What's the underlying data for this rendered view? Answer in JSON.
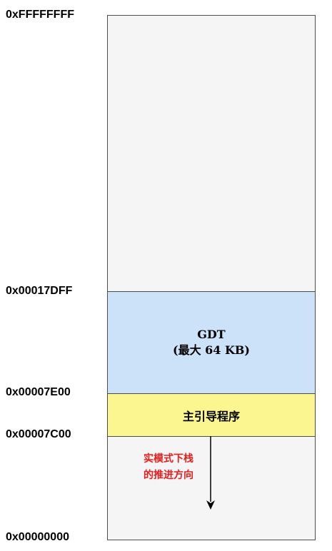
{
  "addresses": {
    "top": "0xFFFFFFFF",
    "gdt_end": "0x00017DFF",
    "gdt_start": "0x00007E00",
    "boot_start": "0x00007C00",
    "bottom": "0x00000000"
  },
  "blocks": {
    "gdt_title": "GDT",
    "gdt_size": "(最大 64 KB)",
    "bootloader": "主引导程序"
  },
  "stack_note": {
    "line1": "实模式下栈",
    "line2": "的推进方向"
  },
  "colors": {
    "memory_background": "#f5f5f5",
    "gdt_fill": "#cce2f8",
    "boot_fill": "#fbf690",
    "note_text": "#e81d1d",
    "border": "#4d4d4d"
  }
}
